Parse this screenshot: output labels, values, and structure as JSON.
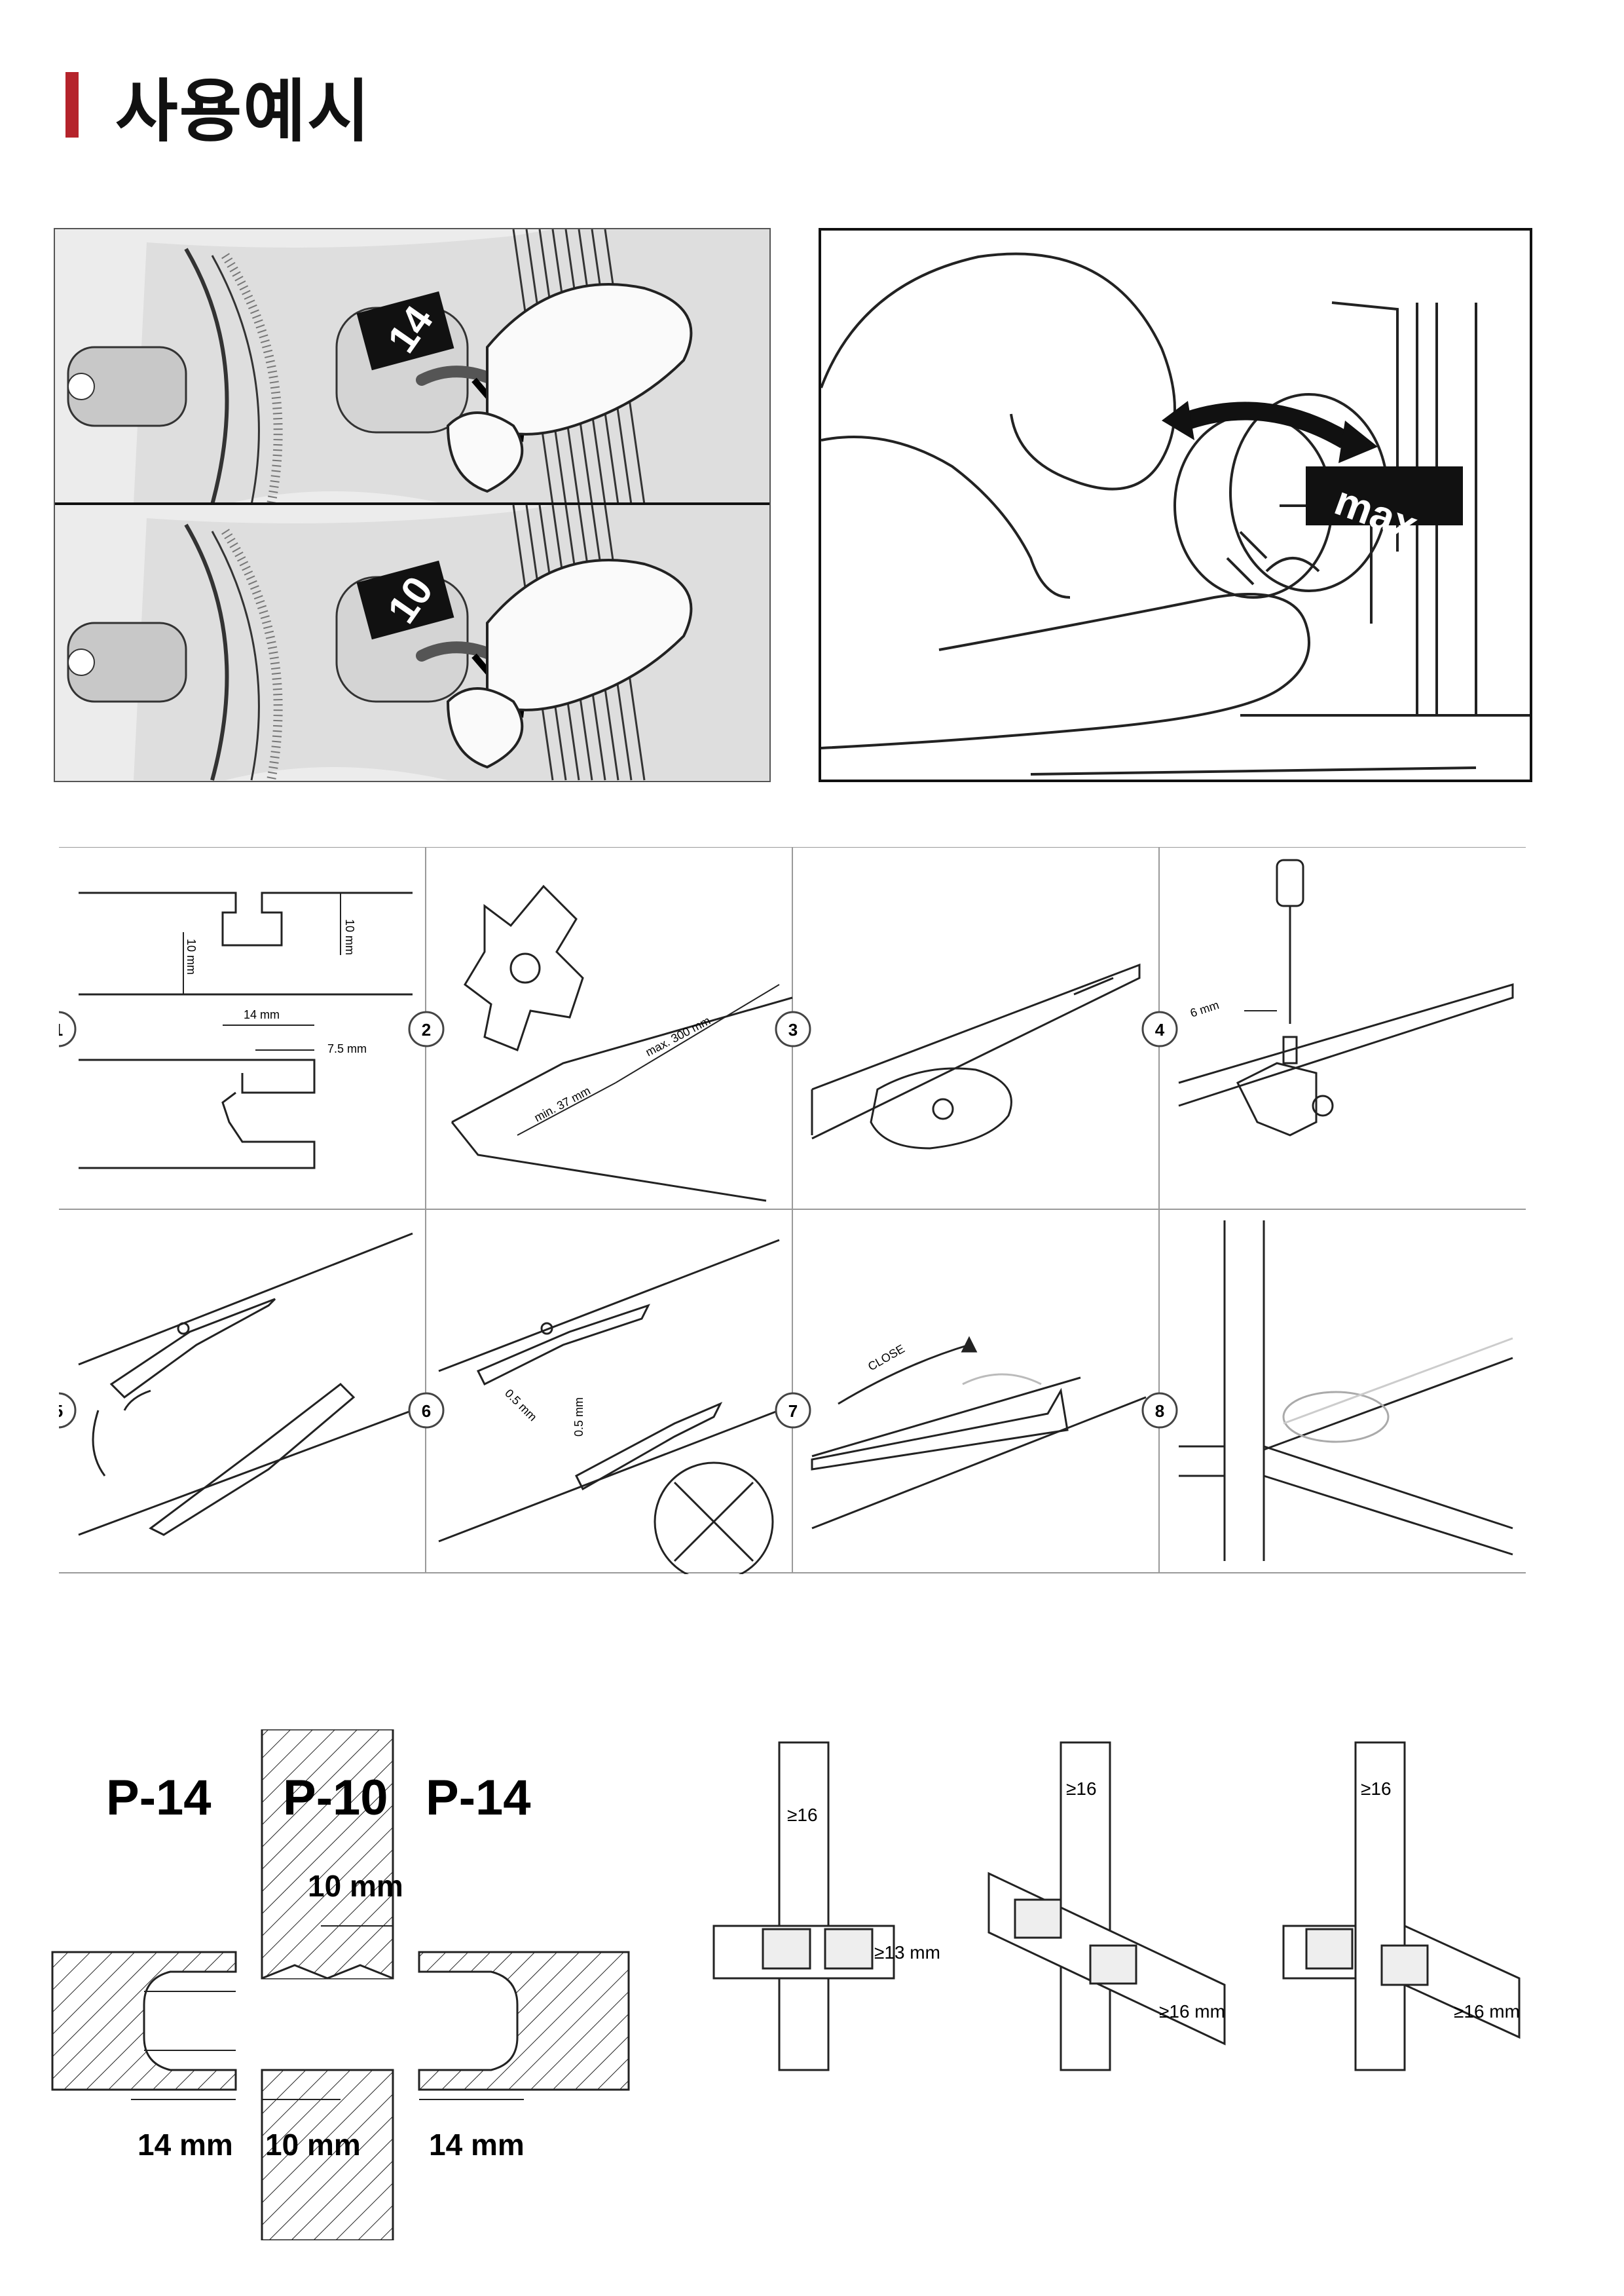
{
  "page": {
    "title": "사용예시",
    "accent_color": "#b5232b"
  },
  "dial_figures": {
    "dial_top": {
      "value": "14"
    },
    "dial_bottom": {
      "value": "10"
    },
    "dial_right": {
      "value": "max"
    }
  },
  "steps": [
    {
      "number": "1",
      "labels": {
        "depth_right": "10 mm",
        "depth_left": "10 mm",
        "width": "14 mm",
        "offset": "7.5 mm"
      }
    },
    {
      "number": "2",
      "labels": {
        "min": "min. 37 mm",
        "max": "max. 300 mm"
      }
    },
    {
      "number": "3"
    },
    {
      "number": "4",
      "labels": {
        "drill_depth": "6 mm"
      }
    },
    {
      "number": "5"
    },
    {
      "number": "6",
      "labels": {
        "gap_a": "0.5 mm",
        "gap_b": "0.5 mm"
      }
    },
    {
      "number": "7",
      "labels": {
        "close": "CLOSE"
      }
    },
    {
      "number": "8"
    }
  ],
  "connector_section": {
    "label_left": "P-14",
    "label_center": "P-10",
    "label_right": "P-14",
    "dim_center_top": "10 mm",
    "dim_left_bottom": "14 mm",
    "dim_center_bottom": "10 mm",
    "dim_right_bottom": "14 mm"
  },
  "min_thickness": {
    "fig_a": {
      "vertical": "≥16",
      "horizontal": "≥13 mm"
    },
    "fig_b": {
      "vertical": "≥16",
      "horizontal": "≥16 mm"
    },
    "fig_c": {
      "vertical": "≥16",
      "horizontal": "≥16 mm"
    }
  }
}
